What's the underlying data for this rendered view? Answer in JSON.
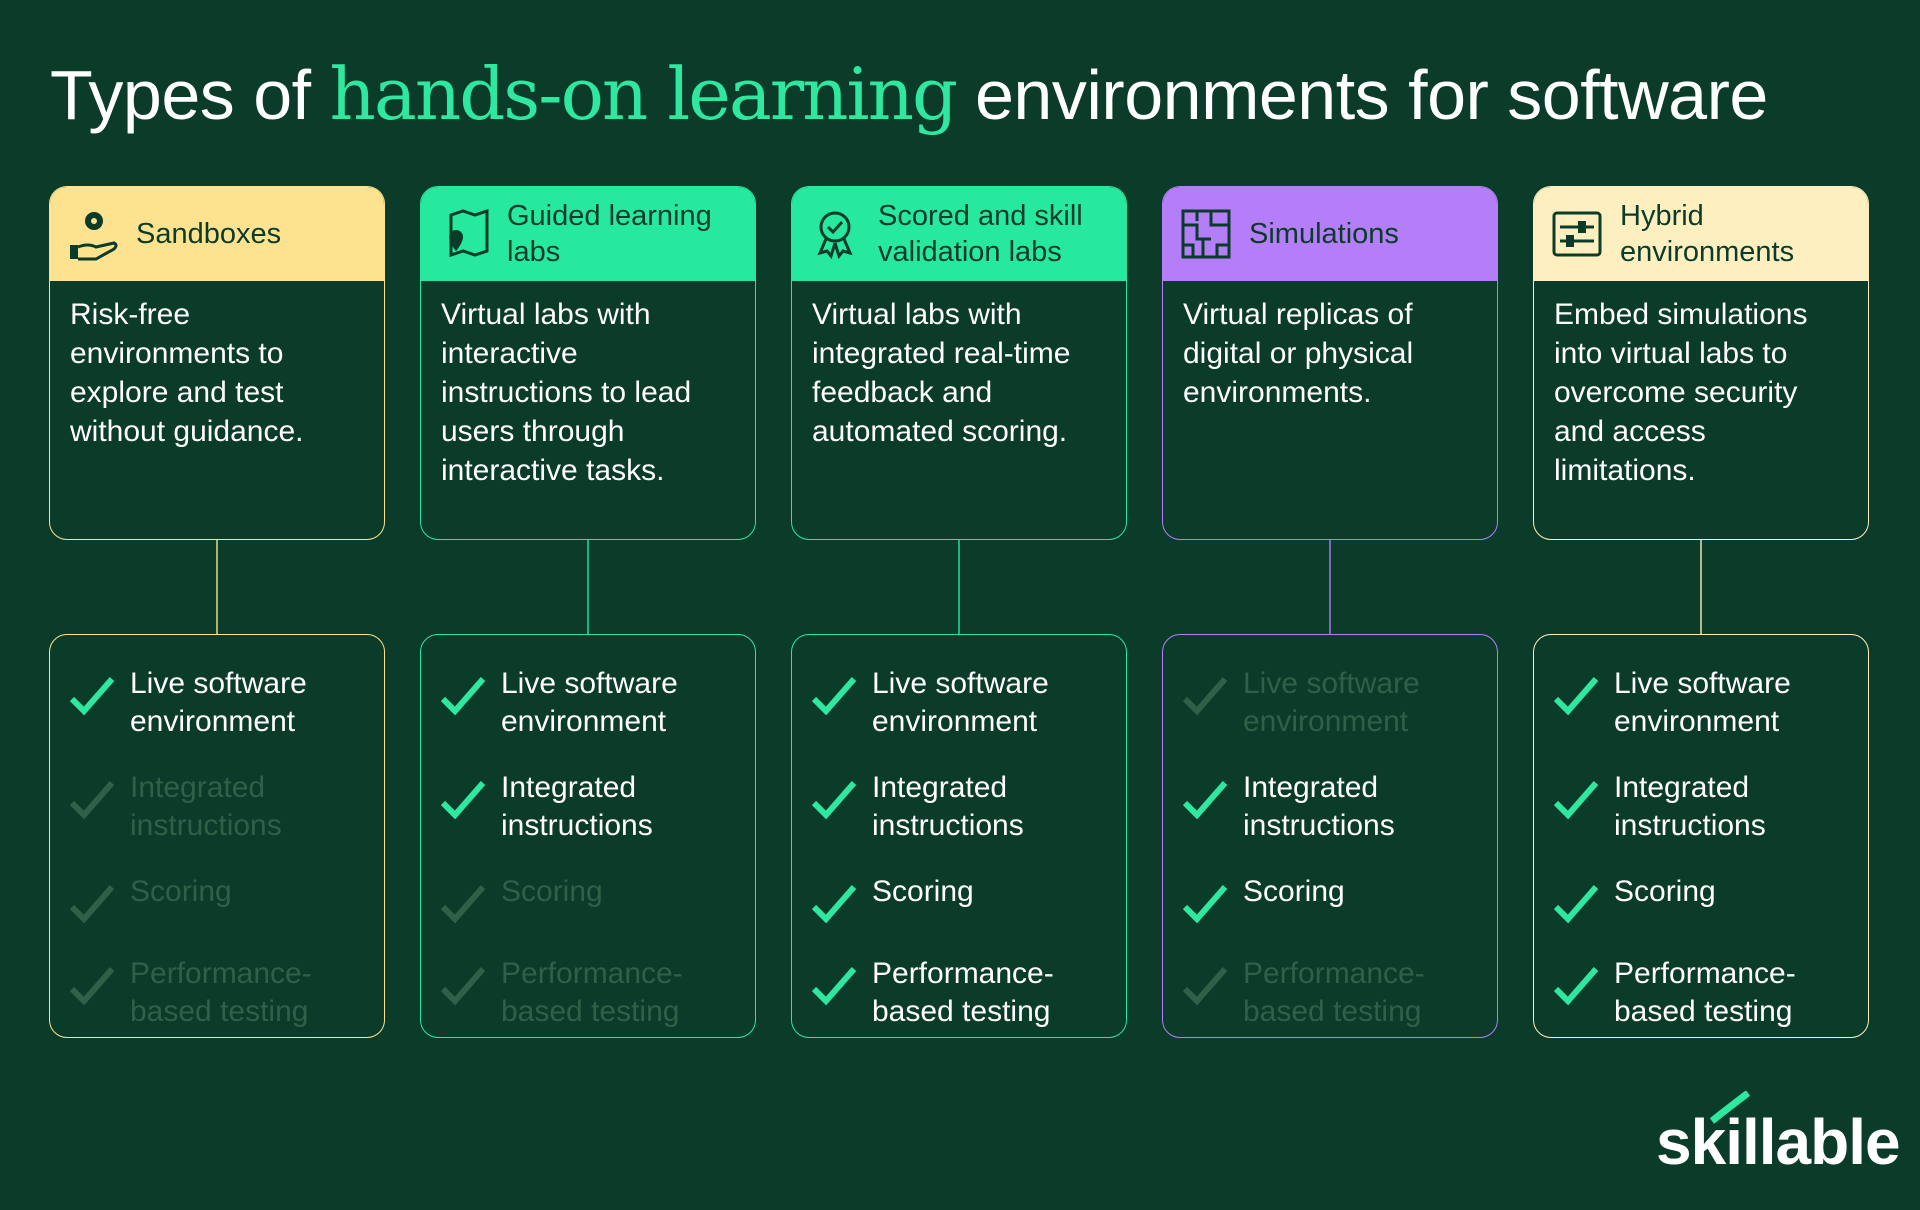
{
  "title": {
    "pre": "Types of ",
    "highlight": "hands-on learning",
    "post": " environments for software"
  },
  "columns": [
    {
      "name": "Sandboxes",
      "color": "#fde28f",
      "icon": "hand-gear-icon",
      "description": "Risk-free environments to explore and test without guidance.",
      "features": [
        true,
        false,
        false,
        false
      ]
    },
    {
      "name": "Guided learning labs",
      "color": "#27e89f",
      "icon": "map-pin-icon",
      "description": "Virtual labs with interactive instructions to lead users through interactive tasks.",
      "features": [
        true,
        true,
        false,
        false
      ]
    },
    {
      "name": "Scored and skill validation labs",
      "color": "#27e89f",
      "icon": "award-badge-icon",
      "description": "Virtual labs with integrated real-time feedback and automated scoring.",
      "features": [
        true,
        true,
        true,
        true
      ]
    },
    {
      "name": "Simulations",
      "color": "#b37ef7",
      "icon": "circuit-icon",
      "description": "Virtual replicas of digital or physical environments.",
      "features": [
        false,
        true,
        true,
        false
      ]
    },
    {
      "name": "Hybrid environments",
      "color": "#fdefbf",
      "icon": "sliders-icon",
      "description": "Embed simulations into virtual labs to overcome security and access limitations.",
      "features": [
        true,
        true,
        true,
        true
      ]
    }
  ],
  "feature_labels": [
    "Live software environment",
    "Integrated instructions",
    "Scoring",
    "Performance-based testing"
  ],
  "logo": "skillable"
}
